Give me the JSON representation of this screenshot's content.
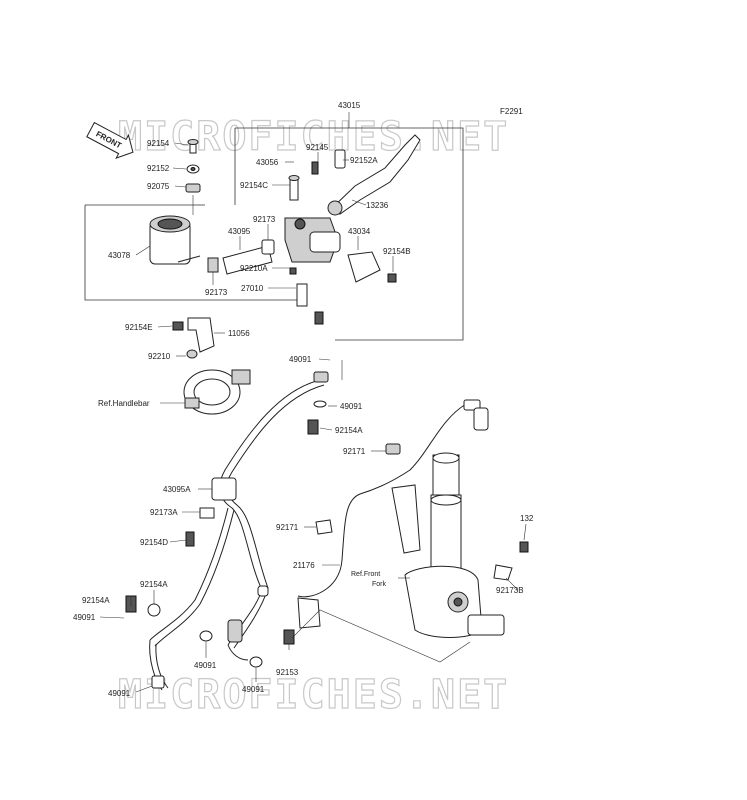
{
  "figure_code": "F2291",
  "front_badge": "FRONT",
  "watermark": "MICROFICHES.NET",
  "part_labels": {
    "p43015": "43015",
    "p92154_top": "92154",
    "p92152": "92152",
    "p92075": "92075",
    "p43078": "43078",
    "p92173_a": "92173",
    "p92173_b": "92173",
    "p43095": "43095",
    "p92210A": "92210A",
    "p27010": "27010",
    "p43056": "43056",
    "p92154C": "92154C",
    "p92145": "92145",
    "p92152A": "92152A",
    "p13236": "13236",
    "p43034": "43034",
    "p92154B": "92154B",
    "p92154E": "92154E",
    "p11056": "11056",
    "p92210": "92210",
    "p49091_a": "49091",
    "p49091_b": "49091",
    "p49091_c": "49091",
    "p49091_d": "49091",
    "p49091_e": "49091",
    "p49091_f": "49091",
    "p92154A_a": "92154A",
    "p92154A_b": "92154A",
    "p92154A_c": "92154A",
    "p92171_a": "92171",
    "p92171_b": "92171",
    "p43095A": "43095A",
    "p92173A": "92173A",
    "p92154D": "92154D",
    "p21176": "21176",
    "p132": "132",
    "p92173B": "92173B",
    "p92153": "92153"
  },
  "ref_labels": {
    "handlebar": "Ref.Handlebar",
    "front_fork_1": "Ref.Front",
    "front_fork_2": "Fork"
  }
}
